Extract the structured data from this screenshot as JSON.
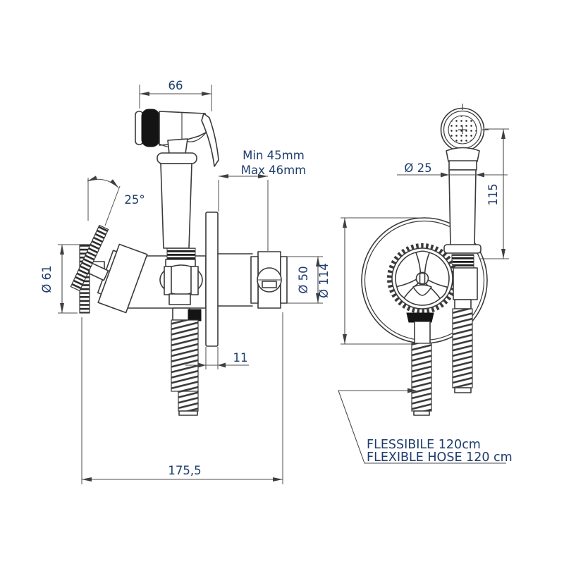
{
  "page": {
    "background": "#ffffff",
    "type": "technical-installation-drawing",
    "product": "wall-mounted bidet hand shower set"
  },
  "colors": {
    "line": "#3a3a3a",
    "dimension_line": "#4d4d4d",
    "text": "#1e3d6e",
    "black_fill": "#141414",
    "background": "#ffffff"
  },
  "annotations": {
    "head_width": "66",
    "depth_min": "Min 45mm",
    "depth_max": "Max 46mm",
    "tilt_angle": "25°",
    "knob_diameter": "Ø 61",
    "body_diameter": "Ø 50",
    "plate_thickness": "11",
    "overall_width": "175,5",
    "handle_diameter": "Ø 25",
    "handle_height": "115",
    "rosette_diameter": "Ø 114",
    "hose_label_it": "FLESSIBILE 120cm",
    "hose_label_en": "FLEXIBLE HOSE 120 cm"
  }
}
